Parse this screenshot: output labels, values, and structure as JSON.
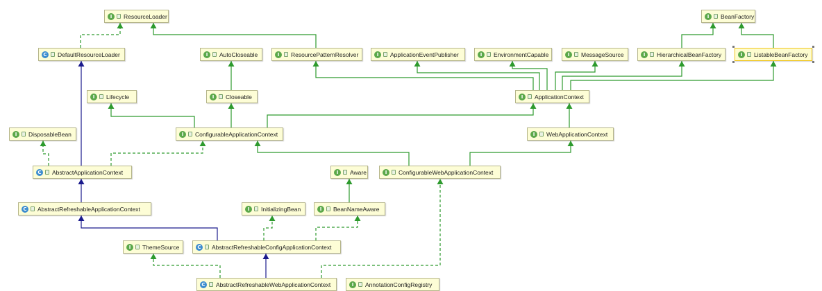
{
  "diagram": {
    "nodes": [
      {
        "id": "ResourceLoader",
        "label": "ResourceLoader",
        "kind": "I"
      },
      {
        "id": "BeanFactory",
        "label": "BeanFactory",
        "kind": "I"
      },
      {
        "id": "DefaultResourceLoader",
        "label": "DefaultResourceLoader",
        "kind": "C"
      },
      {
        "id": "AutoCloseable",
        "label": "AutoCloseable",
        "kind": "I"
      },
      {
        "id": "ResourcePatternResolver",
        "label": "ResourcePatternResolver",
        "kind": "I"
      },
      {
        "id": "ApplicationEventPublisher",
        "label": "ApplicationEventPublisher",
        "kind": "I"
      },
      {
        "id": "EnvironmentCapable",
        "label": "EnvironmentCapable",
        "kind": "I"
      },
      {
        "id": "MessageSource",
        "label": "MessageSource",
        "kind": "I"
      },
      {
        "id": "HierarchicalBeanFactory",
        "label": "HierarchicalBeanFactory",
        "kind": "I"
      },
      {
        "id": "ListableBeanFactory",
        "label": "ListableBeanFactory",
        "kind": "I",
        "selected": true
      },
      {
        "id": "Lifecycle",
        "label": "Lifecycle",
        "kind": "I"
      },
      {
        "id": "Closeable",
        "label": "Closeable",
        "kind": "I"
      },
      {
        "id": "ApplicationContext",
        "label": "ApplicationContext",
        "kind": "I"
      },
      {
        "id": "DisposableBean",
        "label": "DisposableBean",
        "kind": "I"
      },
      {
        "id": "ConfigurableApplicationContext",
        "label": "ConfigurableApplicationContext",
        "kind": "I"
      },
      {
        "id": "WebApplicationContext",
        "label": "WebApplicationContext",
        "kind": "I"
      },
      {
        "id": "AbstractApplicationContext",
        "label": "AbstractApplicationContext",
        "kind": "C"
      },
      {
        "id": "Aware",
        "label": "Aware",
        "kind": "I"
      },
      {
        "id": "ConfigurableWebApplicationContext",
        "label": "ConfigurableWebApplicationContext",
        "kind": "I"
      },
      {
        "id": "AbstractRefreshableApplicationContext",
        "label": "AbstractRefreshableApplicationContext",
        "kind": "C"
      },
      {
        "id": "InitializingBean",
        "label": "InitializingBean",
        "kind": "I"
      },
      {
        "id": "BeanNameAware",
        "label": "BeanNameAware",
        "kind": "I"
      },
      {
        "id": "ThemeSource",
        "label": "ThemeSource",
        "kind": "I"
      },
      {
        "id": "AbstractRefreshableConfigApplicationContext",
        "label": "AbstractRefreshableConfigApplicationContext",
        "kind": "C"
      },
      {
        "id": "AbstractRefreshableWebApplicationContext",
        "label": "AbstractRefreshableWebApplicationContext",
        "kind": "C"
      },
      {
        "id": "AnnotationConfigRegistry",
        "label": "AnnotationConfigRegistry",
        "kind": "I"
      }
    ],
    "edges": [
      {
        "from": "DefaultResourceLoader",
        "to": "ResourceLoader",
        "type": "implements"
      },
      {
        "from": "ResourcePatternResolver",
        "to": "ResourceLoader",
        "type": "extends-interface"
      },
      {
        "from": "HierarchicalBeanFactory",
        "to": "BeanFactory",
        "type": "extends-interface"
      },
      {
        "from": "ListableBeanFactory",
        "to": "BeanFactory",
        "type": "extends-interface"
      },
      {
        "from": "Closeable",
        "to": "AutoCloseable",
        "type": "extends-interface"
      },
      {
        "from": "ApplicationContext",
        "to": "ResourcePatternResolver",
        "type": "extends-interface"
      },
      {
        "from": "ApplicationContext",
        "to": "ApplicationEventPublisher",
        "type": "extends-interface"
      },
      {
        "from": "ApplicationContext",
        "to": "EnvironmentCapable",
        "type": "extends-interface"
      },
      {
        "from": "ApplicationContext",
        "to": "MessageSource",
        "type": "extends-interface"
      },
      {
        "from": "ApplicationContext",
        "to": "HierarchicalBeanFactory",
        "type": "extends-interface"
      },
      {
        "from": "ApplicationContext",
        "to": "ListableBeanFactory",
        "type": "extends-interface"
      },
      {
        "from": "ConfigurableApplicationContext",
        "to": "Lifecycle",
        "type": "extends-interface"
      },
      {
        "from": "ConfigurableApplicationContext",
        "to": "Closeable",
        "type": "extends-interface"
      },
      {
        "from": "ConfigurableApplicationContext",
        "to": "ApplicationContext",
        "type": "extends-interface"
      },
      {
        "from": "WebApplicationContext",
        "to": "ApplicationContext",
        "type": "extends-interface"
      },
      {
        "from": "AbstractApplicationContext",
        "to": "DefaultResourceLoader",
        "type": "extends-class"
      },
      {
        "from": "AbstractApplicationContext",
        "to": "DisposableBean",
        "type": "implements"
      },
      {
        "from": "AbstractApplicationContext",
        "to": "ConfigurableApplicationContext",
        "type": "implements"
      },
      {
        "from": "ConfigurableWebApplicationContext",
        "to": "ConfigurableApplicationContext",
        "type": "extends-interface"
      },
      {
        "from": "ConfigurableWebApplicationContext",
        "to": "WebApplicationContext",
        "type": "extends-interface"
      },
      {
        "from": "BeanNameAware",
        "to": "Aware",
        "type": "extends-interface"
      },
      {
        "from": "AbstractRefreshableApplicationContext",
        "to": "AbstractApplicationContext",
        "type": "extends-class"
      },
      {
        "from": "AbstractRefreshableConfigApplicationContext",
        "to": "AbstractRefreshableApplicationContext",
        "type": "extends-class"
      },
      {
        "from": "AbstractRefreshableConfigApplicationContext",
        "to": "InitializingBean",
        "type": "implements"
      },
      {
        "from": "AbstractRefreshableConfigApplicationContext",
        "to": "BeanNameAware",
        "type": "implements"
      },
      {
        "from": "AbstractRefreshableWebApplicationContext",
        "to": "AbstractRefreshableConfigApplicationContext",
        "type": "extends-class"
      },
      {
        "from": "AbstractRefreshableWebApplicationContext",
        "to": "ThemeSource",
        "type": "implements"
      },
      {
        "from": "AbstractRefreshableWebApplicationContext",
        "to": "ConfigurableWebApplicationContext",
        "type": "implements"
      }
    ],
    "colors": {
      "interface_edge": "#2d9a2d",
      "class_edge": "#1a1a8c",
      "implements_edge": "#2d9a2d",
      "node_fill": "#fdfdd6",
      "node_border": "#b5b58a",
      "selected_border": "#f0c419",
      "interface_badge": "#5ba84a",
      "class_badge": "#3c8ccf"
    },
    "icons": {
      "I": "interface-badge-icon",
      "C": "class-badge-icon",
      "lock": "package-private-lock-icon"
    }
  }
}
